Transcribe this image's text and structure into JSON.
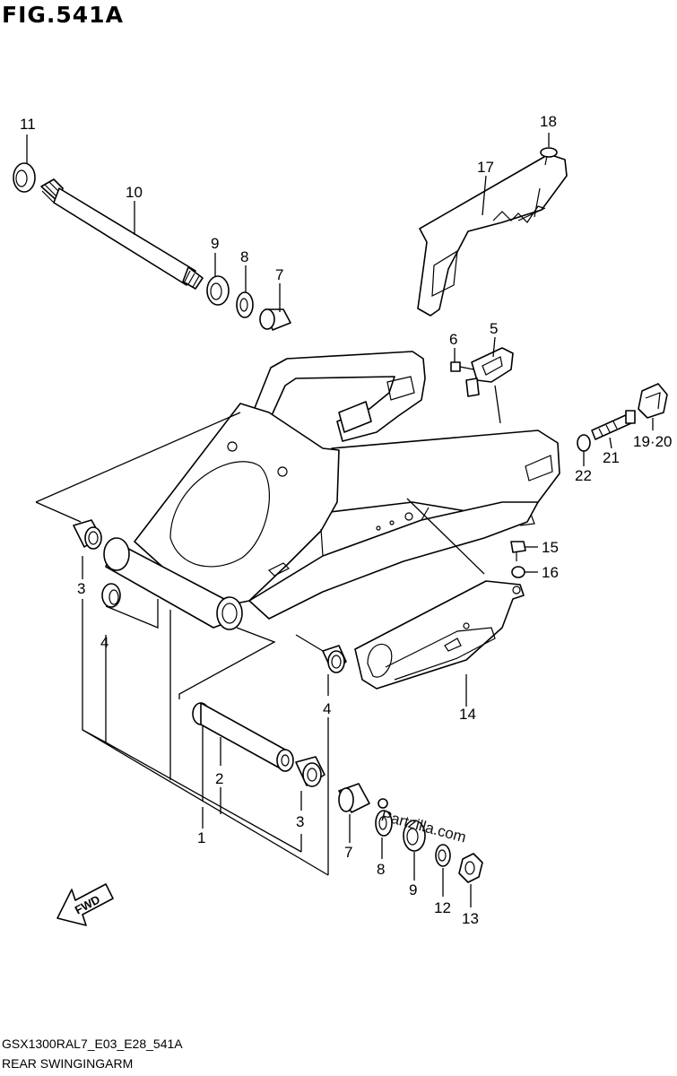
{
  "figure_title": "FIG.541A",
  "footer_code": "GSX1300RAL7_E03_E28_541A",
  "footer_name": "REAR SWINGINGARM",
  "watermark": "Partzilla.com",
  "fwd_label": "FWD",
  "callouts": {
    "c1": "1",
    "c2": "2",
    "c3a": "3",
    "c3b": "3",
    "c4a": "4",
    "c4b": "4",
    "c5": "5",
    "c6": "6",
    "c7a": "7",
    "c7b": "7",
    "c8a": "8",
    "c8b": "8",
    "c9a": "9",
    "c9b": "9",
    "c10": "10",
    "c11": "11",
    "c12": "12",
    "c13": "13",
    "c14": "14",
    "c15": "15",
    "c16": "16",
    "c17": "17",
    "c18": "18",
    "c1920": "19·20",
    "c21": "21",
    "c22": "22"
  }
}
